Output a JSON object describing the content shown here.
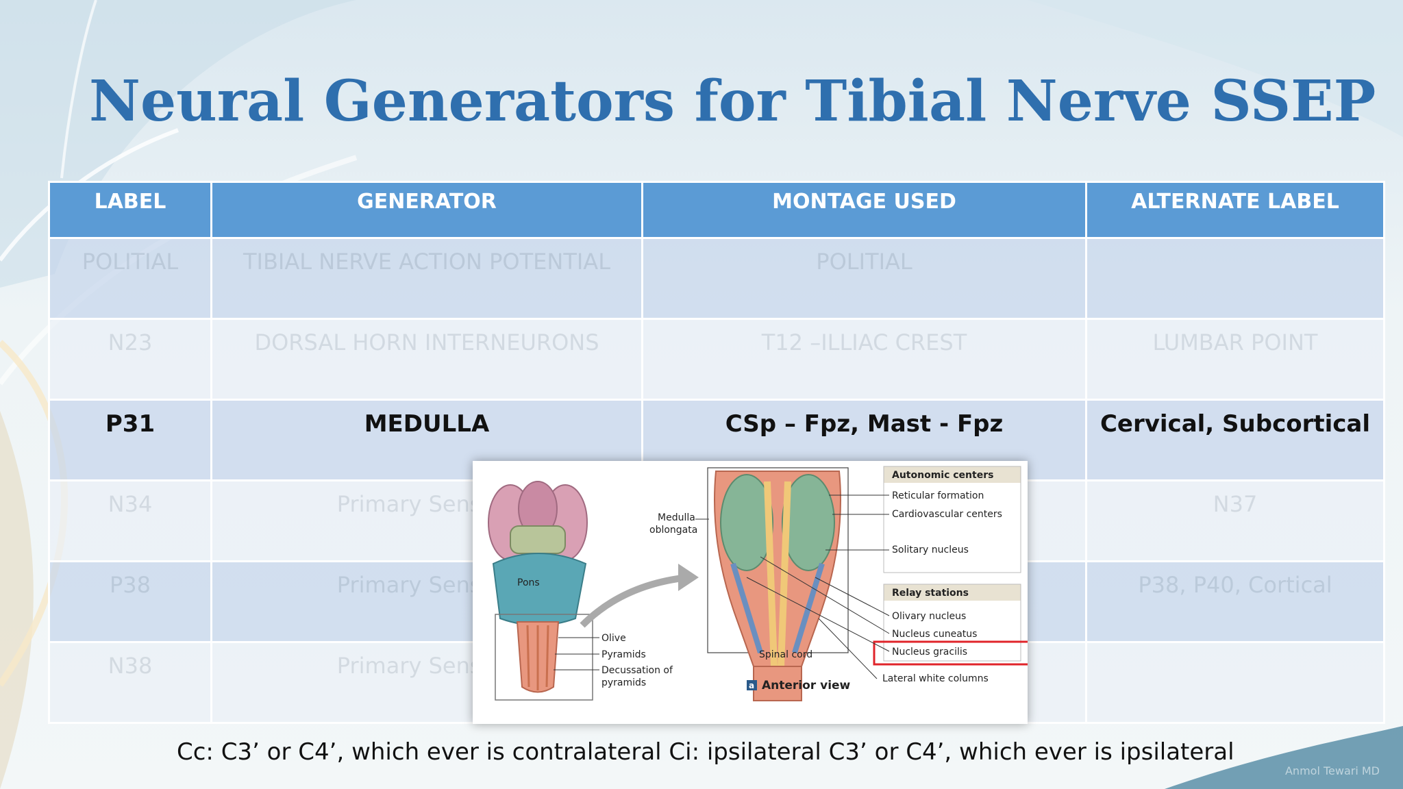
{
  "slide": {
    "title": "Neural Generators for Tibial Nerve SSEP",
    "author": "Anmol Tewari MD"
  },
  "table": {
    "headers": [
      "LABEL",
      "GENERATOR",
      "MONTAGE USED",
      "ALTERNATE LABEL"
    ],
    "rows": [
      [
        "POLITIAL",
        "TIBIAL NERVE ACTION POTENTIAL",
        "POLITIAL",
        ""
      ],
      [
        "N23",
        "DORSAL HORN INTERNEURONS",
        "T12 –ILLIAC CREST",
        "LUMBAR POINT"
      ],
      [
        "P31",
        "MEDULLA",
        "CSp – Fpz, Mast - Fpz",
        "Cervical, Subcortical"
      ],
      [
        "N34",
        "Primary Sensory",
        "",
        "N37"
      ],
      [
        "P38",
        "Primary Sensory",
        "",
        "P38, P40, Cortical"
      ],
      [
        "N38",
        "Primary Sensory",
        "",
        ""
      ]
    ]
  },
  "figure": {
    "labels": {
      "pons": "Pons",
      "medulla": "Medulla",
      "oblongata": "oblongata",
      "olive": "Olive",
      "pyramids": "Pyramids",
      "decussation": "Decussation  of",
      "decussation2": "pyramids",
      "spinal_cord": "Spinal  cord",
      "panel_letter": "a",
      "anterior_view": "Anterior view",
      "autonomic": "Autonomic  centers",
      "reticular": "Reticular  formation",
      "cardio": "Cardiovascular  centers",
      "solitary": "Solitary  nucleus",
      "relay": "Relay  stations",
      "olivary": "Olivary  nucleus",
      "cuneatus": "Nucleus  cuneatus",
      "gracilis": "Nucleus  gracilis",
      "lateral": "Lateral  white  columns"
    },
    "highlight_color": "#e0242a"
  },
  "footnote": "Cc: C3’ or C4’, which ever is contralateral Ci: ipsilateral C3’ or C4’, which ever is ipsilateral"
}
